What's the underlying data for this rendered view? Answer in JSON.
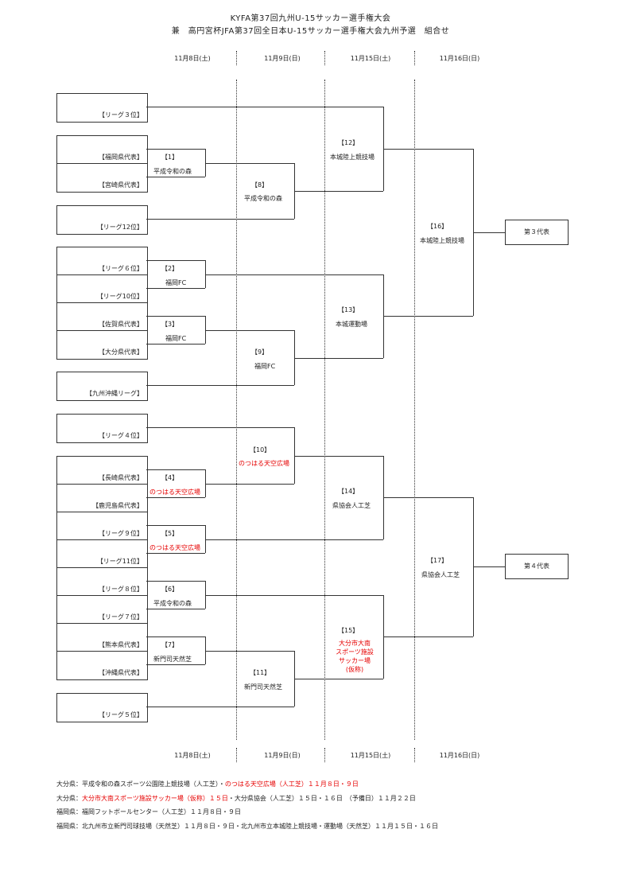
{
  "title": {
    "line1": "KYFA第37回九州U-15サッカー選手権大会",
    "line2": "兼　高円宮杯JFA第37回全日本U-15サッカー選手権大会九州予選　組合せ"
  },
  "dates": [
    "11月8日(土)",
    "11月9日(日)",
    "11月15日(土)",
    "11月16日(日)"
  ],
  "teams": [
    "【リーグ３位】",
    "【福岡県代表】",
    "【宮崎県代表】",
    "【リーグ12位】",
    "【リーグ６位】",
    "【リーグ10位】",
    "【佐賀県代表】",
    "【大分県代表】",
    "【九州沖縄リーグ】",
    "【リーグ４位】",
    "【長崎県代表】",
    "【鹿児島県代表】",
    "【リーグ９位】",
    "【リーグ11位】",
    "【リーグ８位】",
    "【リーグ７位】",
    "【熊本県代表】",
    "【沖縄県代表】",
    "【リーグ５位】"
  ],
  "matches": [
    {
      "num": "【1】",
      "venue": "平成令和の森"
    },
    {
      "num": "【2】",
      "venue": "福岡FC"
    },
    {
      "num": "【3】",
      "venue": "福岡FC"
    },
    {
      "num": "【4】",
      "venue": "のつはる天空広場"
    },
    {
      "num": "【5】",
      "venue": "のつはる天空広場"
    },
    {
      "num": "【6】",
      "venue": "平成令和の森"
    },
    {
      "num": "【7】",
      "venue": "新門司天然芝"
    },
    {
      "num": "【8】",
      "venue": "平成令和の森"
    },
    {
      "num": "【9】",
      "venue": "福岡FC"
    },
    {
      "num": "【10】",
      "venue": "のつはる天空広場"
    },
    {
      "num": "【11】",
      "venue": "新門司天然芝"
    },
    {
      "num": "【12】",
      "venue": "本城陸上競技場"
    },
    {
      "num": "【13】",
      "venue": "本城運動場"
    },
    {
      "num": "【14】",
      "venue": "県協会人工芝"
    },
    {
      "num": "【15】",
      "venue": "大分市大南\nスポーツ施設\nサッカー場\n(仮称)"
    },
    {
      "num": "【16】",
      "venue": "本城陸上競技場"
    },
    {
      "num": "【17】",
      "venue": "県協会人工芝"
    }
  ],
  "representatives": [
    "第３代表",
    "第４代表"
  ],
  "notes": [
    {
      "pre": "大分県：平成令和の森スポーツ公園陸上競技場（人工芝）・",
      "red": "のつはる天空広場（人工芝）１１月８日・９日",
      "post": ""
    },
    {
      "pre": "大分県：",
      "red": "大分市大南スポーツ施設サッカー場（仮称）１５日",
      "post": "・大分県協会（人工芝）１５日・１６日　（予備日）１１月２２日"
    },
    {
      "pre": "福岡県：福岡フットボールセンター（人工芝）１１月８日・９日",
      "red": "",
      "post": ""
    },
    {
      "pre": "福岡県：北九州市立新門司球技場（天然芝）１１月８日・９日・北九州市立本城陸上競技場・運動場（天然芝）１１月１５日・１６日",
      "red": "",
      "post": ""
    }
  ],
  "colors": {
    "red_venue": "#e60000",
    "line": "#333333"
  }
}
